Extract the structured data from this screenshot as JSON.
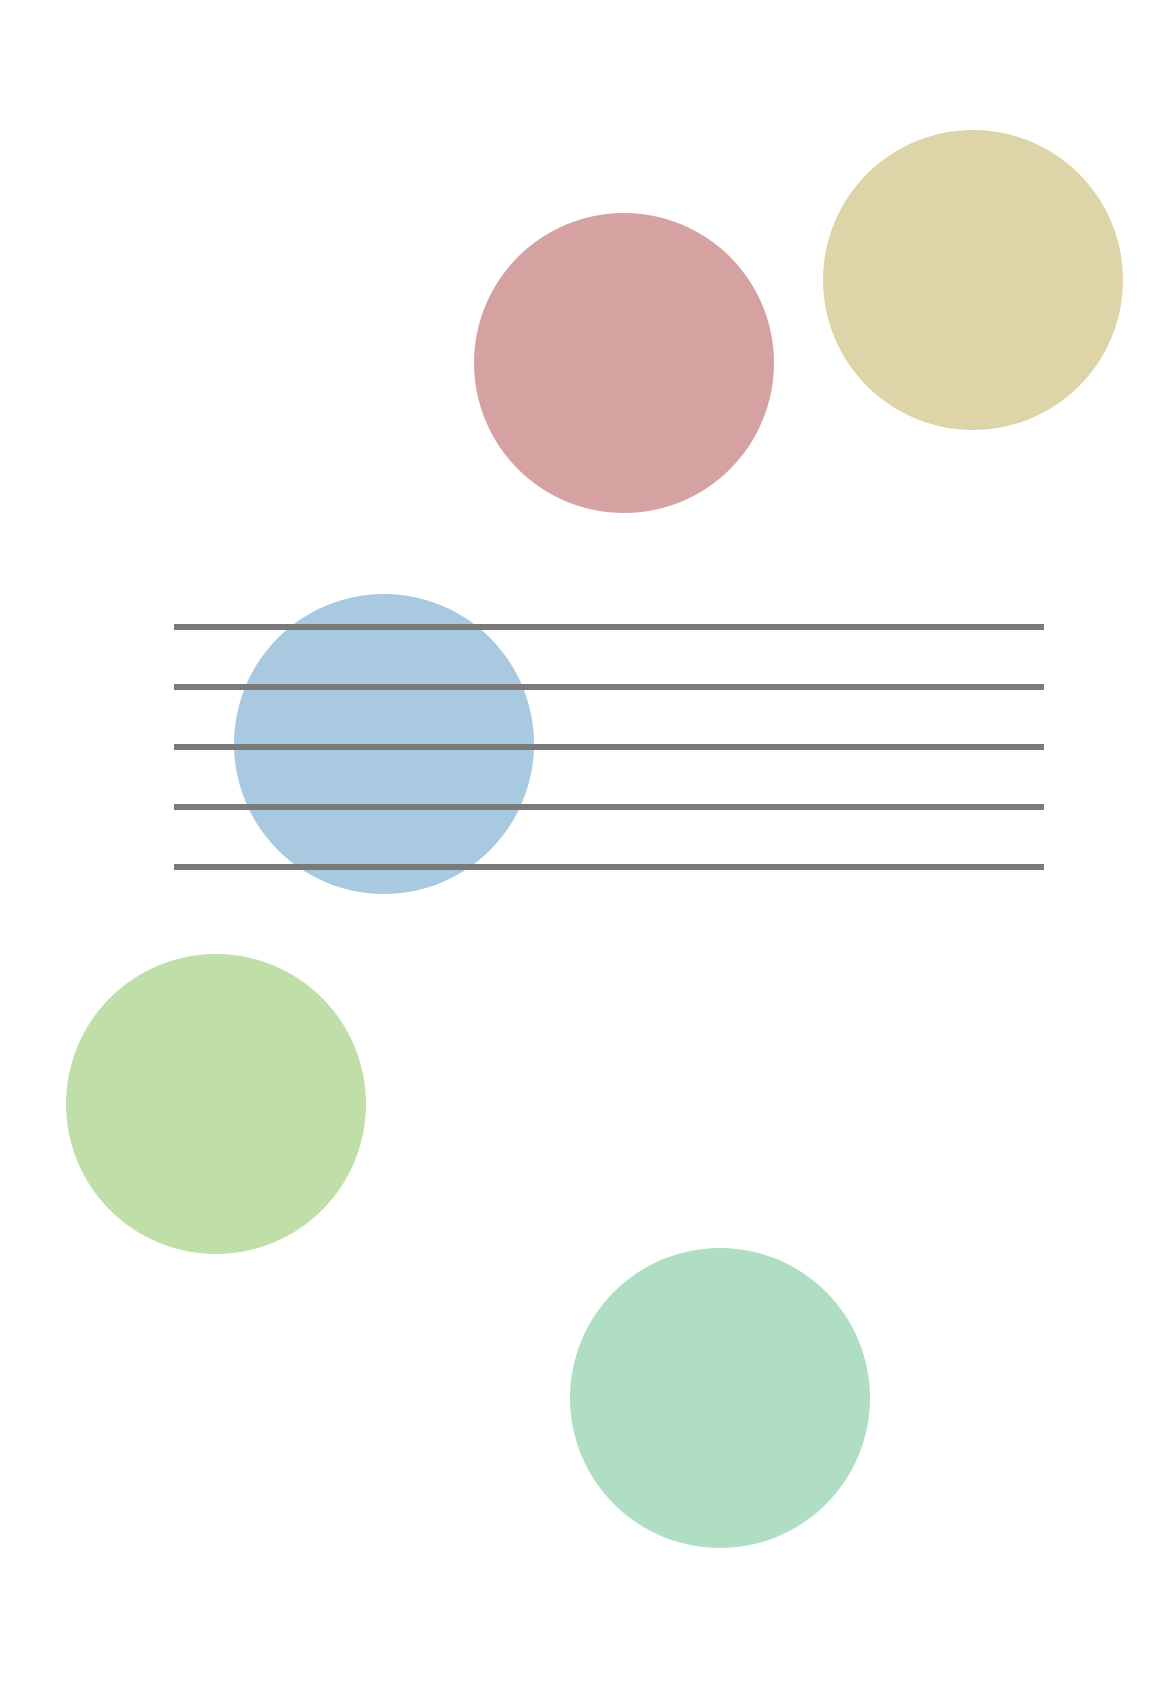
{
  "circles": [
    {
      "name": "red-circle",
      "color": "#d5a1a1"
    },
    {
      "name": "yellow-circle",
      "color": "#ddd4a7"
    },
    {
      "name": "blue-circle",
      "color": "#a9c9e0"
    },
    {
      "name": "light-green-circle",
      "color": "#bfdea8"
    },
    {
      "name": "mint-green-circle",
      "color": "#afdec4"
    }
  ],
  "staff": {
    "line_count": 5,
    "line_color": "#7a7a7a"
  }
}
